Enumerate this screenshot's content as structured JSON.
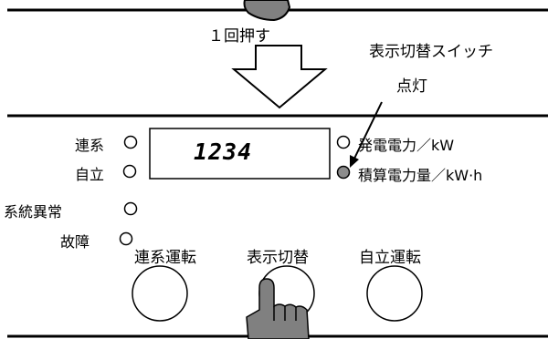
{
  "annotations": {
    "press_once": "１回押す",
    "display_switch": "表示切替スイッチ",
    "lit": "点灯"
  },
  "panel": {
    "display_value": "1234",
    "status_indicators": [
      {
        "label": "連系",
        "state": "off"
      },
      {
        "label": "自立",
        "state": "off"
      },
      {
        "label": "系統異常",
        "state": "off"
      },
      {
        "label": "故障",
        "state": "off"
      }
    ],
    "power_indicators": [
      {
        "label": "発電電力／kW",
        "state": "off"
      },
      {
        "label": "積算電力量／kW·h",
        "state": "lit"
      }
    ],
    "buttons": [
      {
        "label": "連系運転"
      },
      {
        "label": "表示切替"
      },
      {
        "label": "自立運転"
      }
    ]
  },
  "colors": {
    "line": "#000000",
    "lit_led": "#8c8c8c",
    "hand_fill": "#808080",
    "arrow_fill": "#ffffff"
  }
}
